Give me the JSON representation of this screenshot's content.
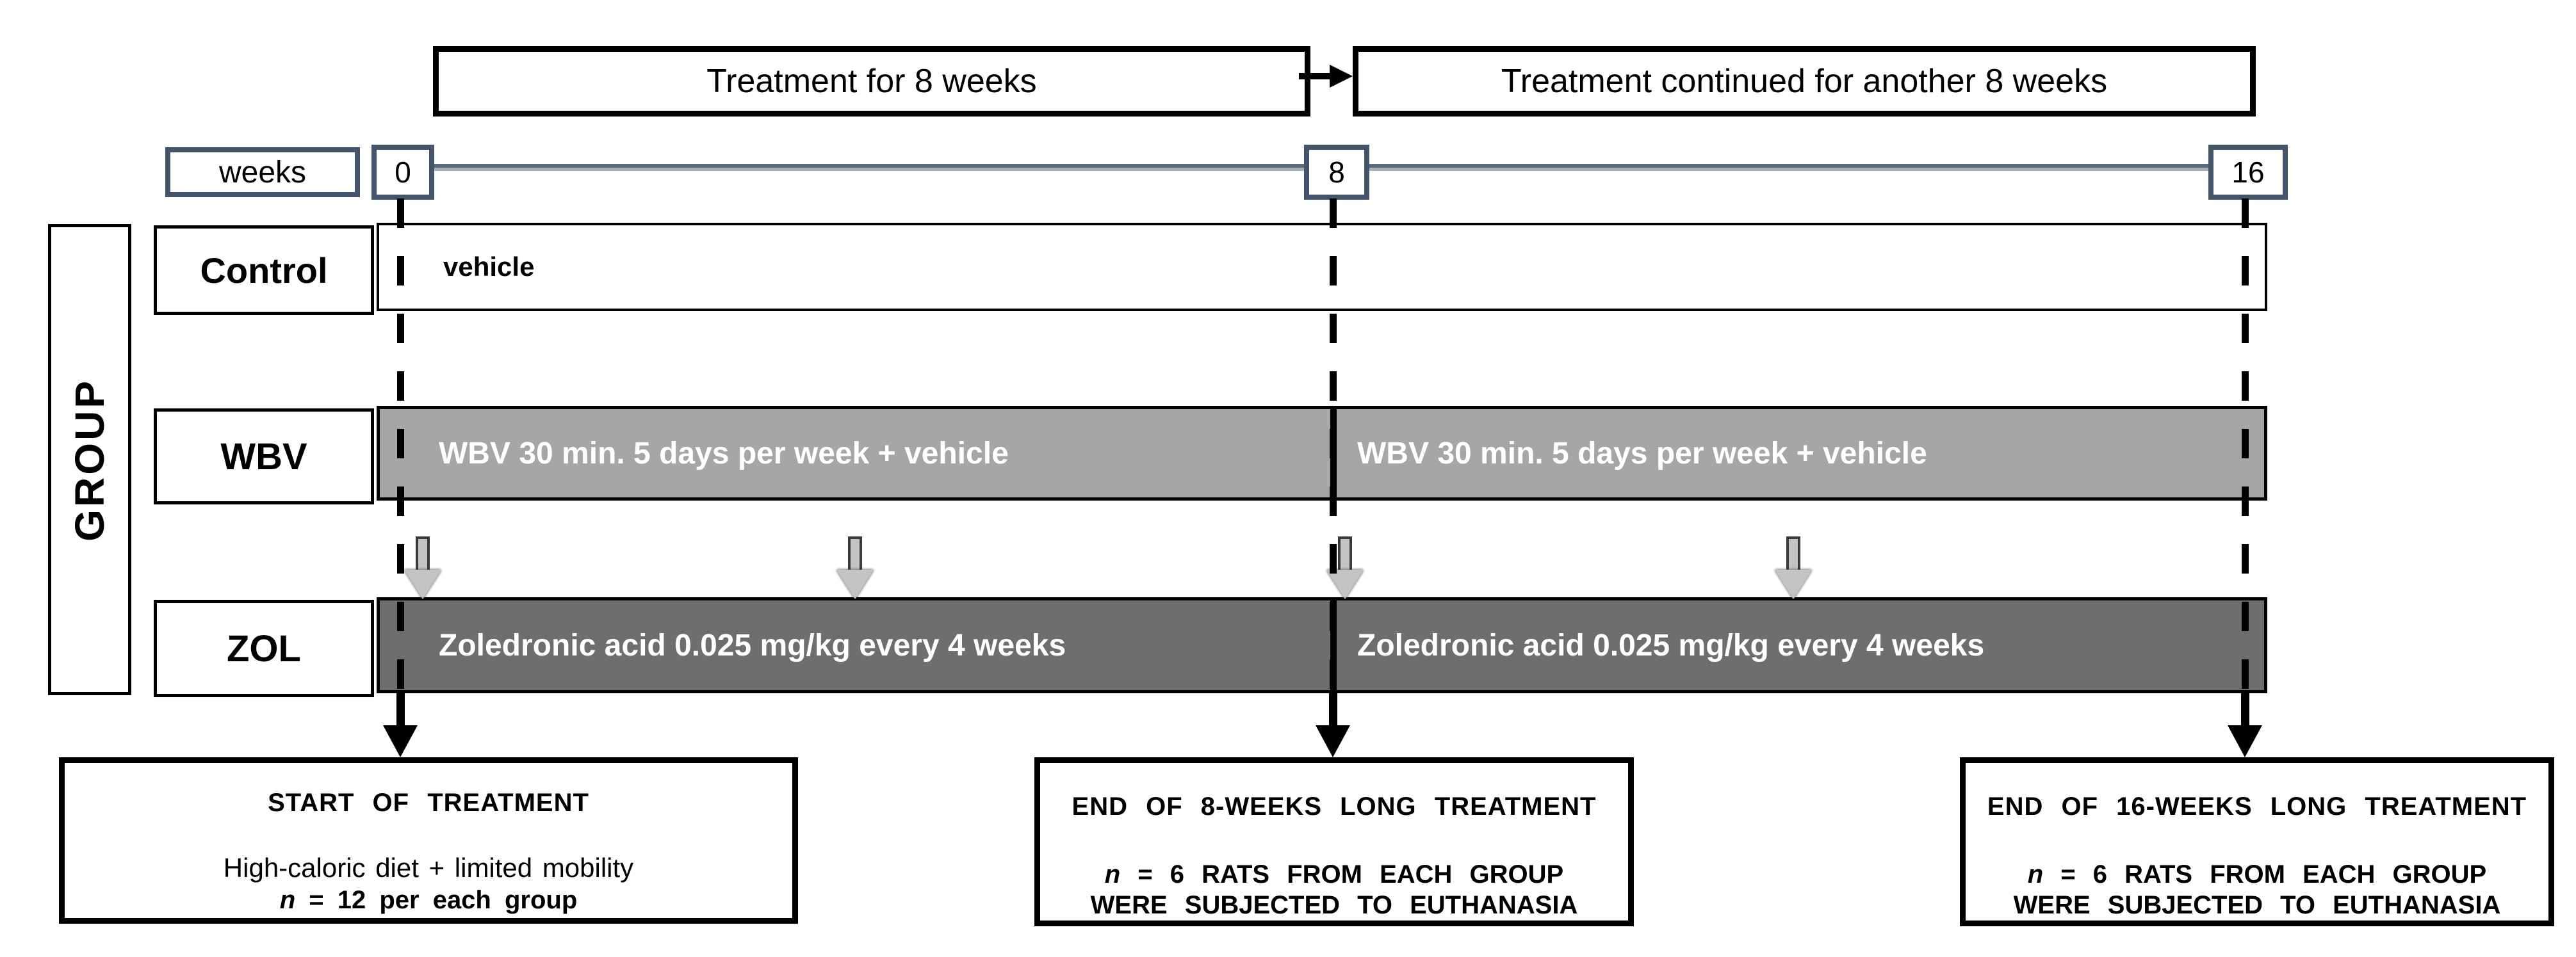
{
  "phase_banner": {
    "phase1": "Treatment for 8 weeks",
    "phase2": "Treatment continued for another 8 weeks"
  },
  "timeline": {
    "axis_label": "weeks",
    "ticks": [
      "0",
      "8",
      "16"
    ]
  },
  "group_panel": {
    "label": "GROUP"
  },
  "rows": [
    {
      "label": "Control",
      "segments": [
        {
          "text": "vehicle"
        }
      ]
    },
    {
      "label": "WBV",
      "segments": [
        {
          "text": "WBV 30 min. 5 days per week + vehicle"
        },
        {
          "text": "WBV 30 min. 5 days per week + vehicle"
        }
      ]
    },
    {
      "label": "ZOL",
      "segments": [
        {
          "text": "Zoledronic acid 0.025 mg/kg every 4 weeks"
        },
        {
          "text": "Zoledronic acid 0.025 mg/kg every 4 weeks"
        }
      ]
    }
  ],
  "milestones": [
    {
      "title": "START OF TREATMENT",
      "line1": "High-caloric diet + limited mobility",
      "line2": "n = 12 per each group"
    },
    {
      "title": "END OF 8-WEEKS LONG TREATMENT",
      "line1": "n = 6 RATS FROM EACH GROUP",
      "line2": "WERE SUBJECTED TO EUTHANASIA"
    },
    {
      "title": "END OF 16-WEEKS LONG TREATMENT",
      "line1": "n = 6 RATS FROM EACH GROUP",
      "line2": "WERE SUBJECTED TO EUTHANASIA"
    }
  ],
  "colors": {
    "axis_border": "#44546a",
    "wbv_bar": "#a6a6a6",
    "zol_bar": "#6e6e6e",
    "bar_text": "#ffffff",
    "injection_arrow_fill": "#c4c4c4",
    "line_and_border": "#000000"
  }
}
